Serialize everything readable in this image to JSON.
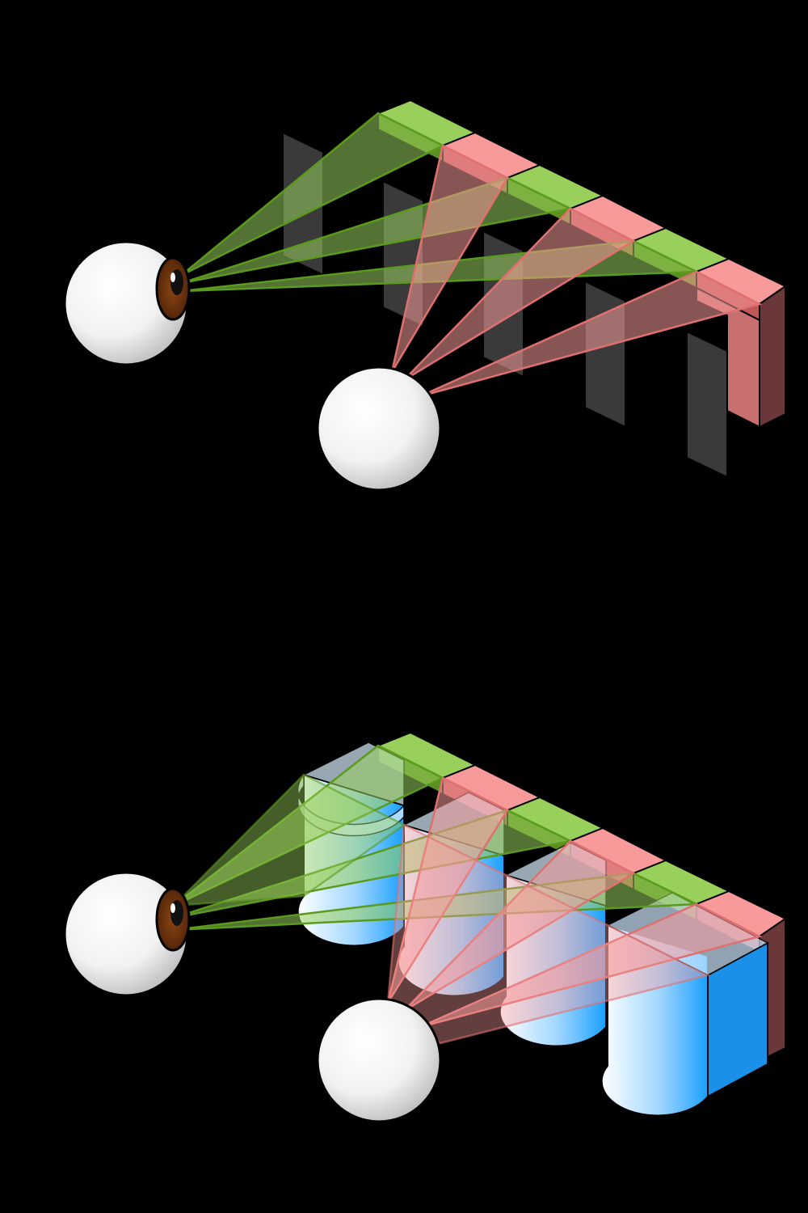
{
  "background": "#000000",
  "colors": {
    "green": "#99d05c",
    "green_dark": "#5c8f22",
    "green_beam_stroke": "#5a9a1c",
    "pink": "#f89a9a",
    "pink_dark": "#c05858",
    "pink_side": "#6a3838",
    "pink_beam_stroke": "#e07070",
    "barrier": "#3a3a3a",
    "lens_blue": "#1aa0ff",
    "eye_white": "#ffffff",
    "iris": "#7a3a12"
  },
  "panels": [
    {
      "id": "parallax-barrier",
      "components": [
        "eye-left",
        "eye-right",
        "interleaved-pixel-strip",
        "barrier-slats",
        "green-view-beams",
        "pink-view-beams"
      ],
      "pixel_pattern": [
        "green",
        "pink",
        "green",
        "pink",
        "green",
        "pink"
      ],
      "barrier_slat_count": 5
    },
    {
      "id": "lenticular-lens",
      "components": [
        "eye-left",
        "eye-right",
        "interleaved-pixel-strip",
        "cylindrical-lenses",
        "green-view-beams",
        "pink-view-beams"
      ],
      "pixel_pattern": [
        "green",
        "pink",
        "green",
        "pink",
        "green",
        "pink"
      ],
      "lens_count": 4
    }
  ]
}
